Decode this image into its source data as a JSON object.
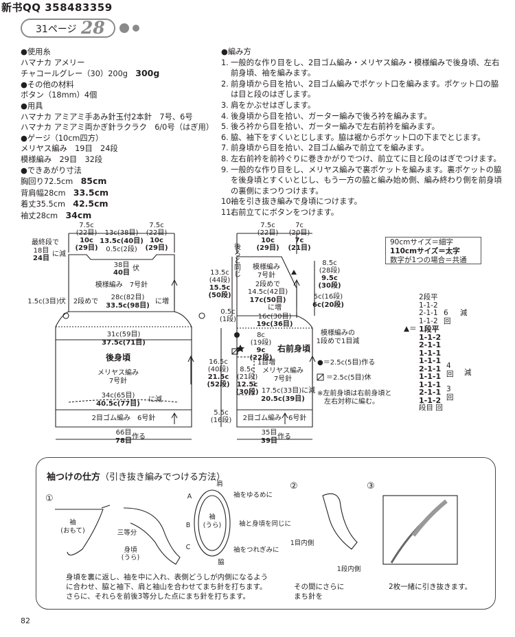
{
  "header": {
    "qq": "新书QQ 358483359",
    "page_label": "31ページ",
    "pattern_no": "28"
  },
  "materials": [
    {
      "text": "●使用糸",
      "bold": ""
    },
    {
      "text": "ハマナカ アメリー",
      "bold": ""
    },
    {
      "text": "チャコールグレー（30）200g　",
      "bold": "300g"
    },
    {
      "text": "●その他の材料",
      "bold": ""
    },
    {
      "text": "ボタン（18mm）4個",
      "bold": ""
    },
    {
      "text": "●用具",
      "bold": ""
    },
    {
      "text": "ハマナカ アミアミ手あみ針玉付2本針　7号、6号",
      "bold": ""
    },
    {
      "text": "ハマナカ アミアミ両かぎ針ラクラク　6/0号（はぎ用）",
      "bold": ""
    },
    {
      "text": "●ゲージ（10cm四方）",
      "bold": ""
    },
    {
      "text": "メリヤス編み　19目　24段",
      "bold": ""
    },
    {
      "text": "模様編み　29目　32段",
      "bold": ""
    },
    {
      "text": "●できあがり寸法",
      "bold": ""
    },
    {
      "text": "胸回り72.5cm　",
      "bold": "85cm"
    },
    {
      "text": "背肩幅28cm　",
      "bold": "33.5cm"
    },
    {
      "text": "着丈35.5cm　",
      "bold": "42.5cm"
    },
    {
      "text": "袖丈28cm　",
      "bold": "34cm"
    }
  ],
  "steps_title": "●編み方",
  "steps": [
    {
      "n": "1.",
      "t": "一般的な作り目をし、2目ゴム編み・メリヤス編み・模様編みで後身頃、左右前身頃、袖を編みます。"
    },
    {
      "n": "2.",
      "t": "前身頃から目を拾い、2目ゴム編みでポケット口を編みます。ポケット口の脇は目と段のはぎします。"
    },
    {
      "n": "3.",
      "t": "肩をかぶせはぎします。"
    },
    {
      "n": "4.",
      "t": "後身頃から目を拾い、ガーター編みで後ろ衿を編みます。"
    },
    {
      "n": "5.",
      "t": "後ろ衿から目を拾い、ガーター編みで左右前衿を編みます。"
    },
    {
      "n": "6.",
      "t": "脇、袖下をすくいとじします。脇は裾からポケット口の下までとじます。"
    },
    {
      "n": "7.",
      "t": "前身頃から目を拾い、2目ゴム編みで前立てを編みます。"
    },
    {
      "n": "8.",
      "t": "左右前衿を前衿ぐりに巻きかがりでつけ、前立てに目と段のはぎでつけます。"
    },
    {
      "n": "9.",
      "t": "一般的な作り目をし、メリヤス編みで裏ポケットを編みます。裏ポケットの脇を後身頃とすくいとじし、もう一方の脇と編み始め側、編み終わり側を前身頃の裏側にまつりつけます。"
    },
    {
      "n": "10.",
      "t": "袖を引き抜き編みで身頃につけます。"
    },
    {
      "n": "11.",
      "t": "右前立てにボタンをつけます。"
    }
  ],
  "back": {
    "t1": "7.5c",
    "t2": "(22目)",
    "t3": "10c",
    "t4": "(29目)",
    "m1": "13c(38目)",
    "m2": "13.5c(40目)",
    "m3": "0.5c(2段)",
    "r1": "7.5c",
    "r2": "(22目)",
    "r3": "10c",
    "r4": "(29目)",
    "last1": "最終段で",
    "last2": "18目",
    "last3": "24目",
    "last4": "に減",
    "fu1": "38目",
    "fu2": "40目",
    "fu3": "伏",
    "pat": "模様編み　7号針",
    "inc1": "28c(82目)",
    "inc2": "2段めで",
    "inc3": "33.5c(98目)",
    "inc4": "に増",
    "side": "1.5c(3目)伏",
    "w1": "31c(59目)",
    "w2": "37.5c(71目)",
    "title": "後身頃",
    "st1": "メリヤス編み",
    "st2": "7号針",
    "dec1": "34c(65目)",
    "dec2": "40.5c(77目)",
    "dec3": "に減",
    "rib": "2目ゴム編み　6号針",
    "cast1": "66目",
    "cast2": "78目",
    "cast3": "作る"
  },
  "front": {
    "t1": "7.5c",
    "t2": "(22目)",
    "t3": "10c",
    "t4": "(29目)",
    "u1": "7c",
    "u2": "(20目)",
    "u3": "7c",
    "u4": "(21目)",
    "h1": "13.5c",
    "h2": "(44段)",
    "h3": "15.5c",
    "h4": "(50段)",
    "same": "後ろと同じ",
    "pat1": "模様編み",
    "pat2": "7号針",
    "n1": "2段めで",
    "n2": "14.5c(42目)",
    "n3": "17c(50目)",
    "n4": "に増",
    "rs1": "8.5c",
    "rs2": "(28段)",
    "rs3": "9.5c",
    "rs4": "(30段)",
    "rs5": "5c(16段)",
    "rs6": "6c(20段)",
    "one1": "0.5c",
    "one2": "(1段)",
    "w1": "16c(30目)",
    "w2": "19c(36目)",
    "pk1": "8c",
    "pk2": "(19段)",
    "pk3": "9c",
    "pk4": "(22段)",
    "title": "右前身頃",
    "patdec": "模様編みの",
    "patdec2": "1段めで1目減",
    "inc1": "1目増",
    "st": "メリヤス編み",
    "st2": "7号針",
    "lh1": "16.5c",
    "lh2": "(40段)",
    "lh3": "21.5c",
    "lh4": "(52段)",
    "ps1": "8.5c",
    "ps2": "(21段)",
    "ps3": "12.5c",
    "ps4": "(30段)",
    "dec1": "17.5c(33目)に減",
    "dec2": "20.5c(39目)",
    "rib": "2目ゴム編み　6号針",
    "rb1": "5.5c",
    "rb2": "(16段)",
    "c1": "35目",
    "c2": "39目",
    "c3": "作る",
    "mk1": "●＝2.5c(5目)作る",
    "mk2": "＝2.5c(5目)休",
    "note1": "※左前身頃は右前身頃と",
    "note2": "左右対称に編む。"
  },
  "legend": {
    "l1": "90cmサイズ＝細字",
    "l2": "110cmサイズ＝太字",
    "l3": "数字が1つの場合＝共通"
  },
  "dec_table": {
    "rows_top": [
      "2段平",
      "1-1-2",
      "2-1-1",
      "1-1-2"
    ],
    "top_mark": "6回",
    "top_label": "減",
    "triangle": "▲＝",
    "rows_bottom": [
      "1段平",
      "1-1-2",
      "2-1-1",
      "1-1-1",
      "1-1-1",
      "2-1-1",
      "1-1-1",
      "1-1-1",
      "2-1-1",
      "1-1-2"
    ],
    "m4": "4回",
    "m3": "3回",
    "bottom_label": "減",
    "foot": "段目 回"
  },
  "sleeve": {
    "title_b": "袖つけの仕方",
    "title_n": "（引き抜き編みでつける方法）",
    "s1": "①",
    "s2": "②",
    "s3": "③",
    "sode1": "袖",
    "sode2": "(おもて)",
    "san": "三等分",
    "mi1": "身頃",
    "mi2": "(うら)",
    "kata": "肩",
    "a_lbl": "A",
    "b_lbl": "B",
    "c_lbl": "C",
    "a_t": "袖をゆるめに",
    "b_t": "袖と身頃を同じに",
    "c_t": "袖をつれぎみに",
    "ura1": "袖",
    "ura2": "(うら)",
    "waki": "脇",
    "in1": "1目内側",
    "in2": "1段内側",
    "cap1": "身頃を裏に返し、袖を中に入れ、表側どうしが内側になるよう",
    "cap2": "に合わせ、脇と袖下、肩と袖山を合わせてまち針を打ちます。",
    "cap3": "さらに、それらを前後3等分した点にまち針を打ちます。",
    "cap4": "その間にさらに",
    "cap5": "まち針を",
    "cap6": "2枚一緒に引き抜きます。"
  },
  "page_number": "82"
}
